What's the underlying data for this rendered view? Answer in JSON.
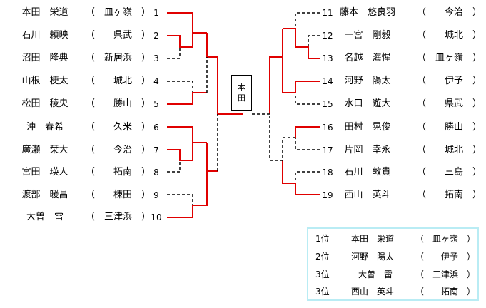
{
  "left_players": [
    {
      "name": "本田　栄道",
      "club": "（　皿ヶ嶺　）",
      "num": "1",
      "strike": false
    },
    {
      "name": "石川　頼映",
      "club": "（　　県武　）",
      "num": "2",
      "strike": false
    },
    {
      "name": "沼田　隆典",
      "club": "（　新居浜　）",
      "num": "3",
      "strike": true
    },
    {
      "name": "山根　梗太",
      "club": "（　　城北　）",
      "num": "4",
      "strike": false
    },
    {
      "name": "松田　稜央",
      "club": "（　　勝山　）",
      "num": "5",
      "strike": false
    },
    {
      "name": "沖　春希",
      "club": "（　　久米　）",
      "num": "6",
      "strike": false
    },
    {
      "name": "廣瀬　栞大",
      "club": "（　　今治　）",
      "num": "7",
      "strike": false
    },
    {
      "name": "宮田　瑛人",
      "club": "（　　拓南　）",
      "num": "8",
      "strike": false
    },
    {
      "name": "渡部　暖昌",
      "club": "（　　棟田　）",
      "num": "9",
      "strike": false
    },
    {
      "name": "大曽　雷",
      "club": "（　三津浜　）",
      "num": "10",
      "strike": false
    }
  ],
  "right_players": [
    {
      "num": "11",
      "name": "藤本　悠良羽",
      "club": "（　　今治　）"
    },
    {
      "num": "12",
      "name": "一宮　剛毅",
      "club": "（　　城北　）"
    },
    {
      "num": "13",
      "name": "名越　海惺",
      "club": "（　皿ヶ嶺　）"
    },
    {
      "num": "14",
      "name": "河野　陽太",
      "club": "（　　伊予　）"
    },
    {
      "num": "15",
      "name": "水口　遊大",
      "club": "（　　県武　）"
    },
    {
      "num": "16",
      "name": "田村　晃俊",
      "club": "（　　勝山　）"
    },
    {
      "num": "17",
      "name": "片岡　幸永",
      "club": "（　　城北　）"
    },
    {
      "num": "18",
      "name": "石川　敦貴",
      "club": "（　　三島　）"
    },
    {
      "num": "19",
      "name": "西山　英斗",
      "club": "（　　拓南　）"
    }
  ],
  "champion": {
    "line1": "本",
    "line2": "田"
  },
  "results": [
    {
      "rank": "1位",
      "name": "本田　栄道",
      "club": "（　皿ヶ嶺　）"
    },
    {
      "rank": "2位",
      "name": "河野　陽太",
      "club": "（　　伊予　）"
    },
    {
      "rank": "3位",
      "name": "大曽　雷",
      "club": "（　三津浜　）"
    },
    {
      "rank": "3位",
      "name": "西山　英斗",
      "club": "（　　拓南　）"
    }
  ],
  "colors": {
    "winner_line": "#e00000",
    "loser_line": "#000000",
    "results_border": "#b9ecf4"
  }
}
